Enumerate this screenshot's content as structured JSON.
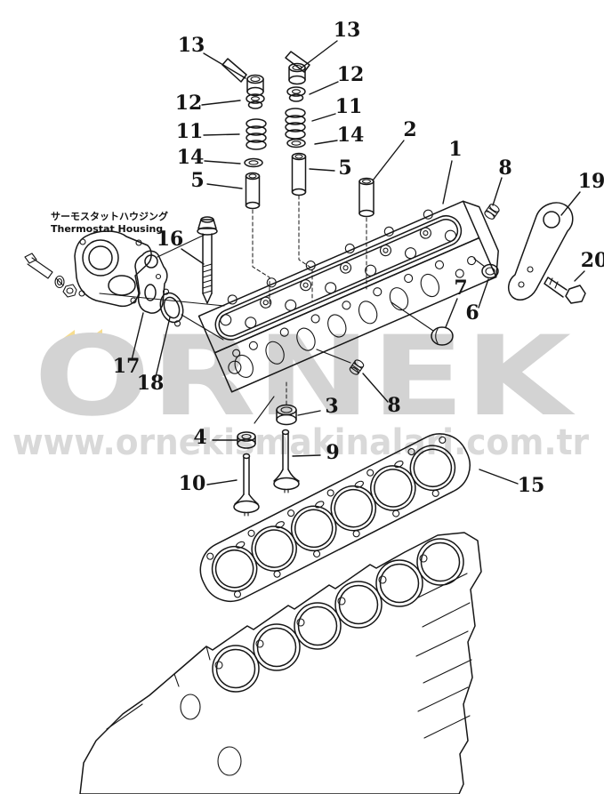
{
  "watermark": {
    "brand": "ÖRNEK",
    "brand_letters": "ORNEK",
    "url": "www.ornekismakinalari.com.tr",
    "brand_color": "#d3d3d3",
    "accent_yellow": "#f7dd8e"
  },
  "diagram": {
    "line_color": "#161616",
    "labels": {
      "thermostat_housing_jp": "サーモスタットハウジング",
      "thermostat_housing_en": "Thermostat Housing"
    },
    "callouts": {
      "c13a": "13",
      "c13b": "13",
      "c12a": "12",
      "c12b": "12",
      "c11a": "11",
      "c11b": "11",
      "c14a": "14",
      "c14b": "14",
      "c5a": "5",
      "c5b": "5",
      "c2": "2",
      "c1": "1",
      "c8a": "8",
      "c19": "19",
      "c20": "20",
      "c16": "16",
      "c7": "7",
      "c6": "6",
      "c17": "17",
      "c18": "18",
      "c3": "3",
      "c8b": "8",
      "c4": "4",
      "c9": "9",
      "c10": "10",
      "c15": "15"
    }
  }
}
